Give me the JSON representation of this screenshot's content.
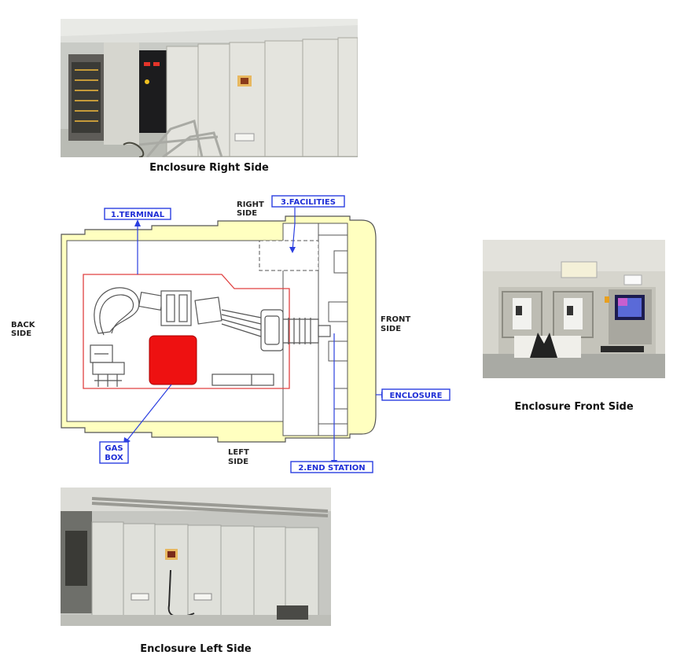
{
  "photos": {
    "right": {
      "caption": "Enclosure Right Side"
    },
    "front": {
      "caption": "Enclosure Front Side"
    },
    "left": {
      "caption": "Enclosure Left Side"
    }
  },
  "diagram": {
    "callouts": {
      "terminal": "1.TERMINAL",
      "facilities": "3.FACILITIES",
      "enclosure": "ENCLOSURE",
      "end_station": "2.END STATION",
      "gas_box_line1": "GAS",
      "gas_box_line2": "BOX"
    },
    "sides": {
      "right_1": "RIGHT",
      "right_2": "SIDE",
      "left_1": "LEFT",
      "left_2": "SIDE",
      "back_1": "BACK",
      "back_2": "SIDE",
      "front_1": "FRONT",
      "front_2": "SIDE"
    },
    "colors": {
      "enclosure_fill": "#ffffc0",
      "outline": "#555555",
      "terminal_outline": "#e04040",
      "gas_box": "#ee1111",
      "callout_box": "#2b3fe0"
    }
  }
}
